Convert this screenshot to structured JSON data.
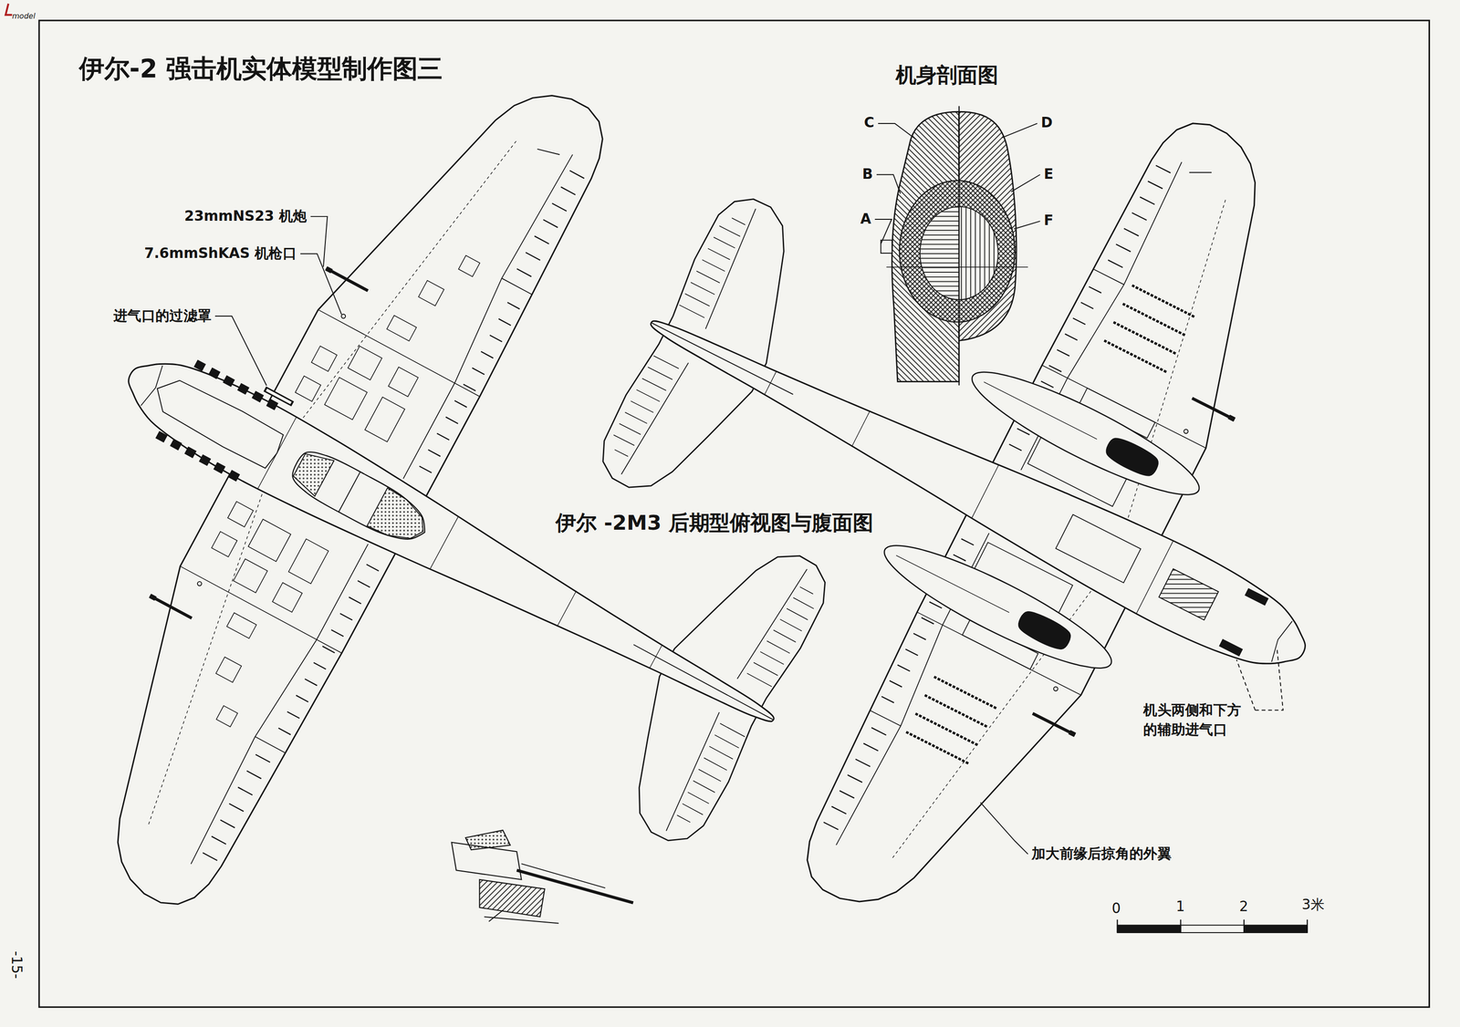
{
  "diagram": {
    "title": "伊尔-2 强击机实体模型制作图三",
    "labels": [
      "model",
      "机身剖面图",
      "C",
      "D",
      "B",
      "E",
      "A",
      "F",
      "23mmNS23 机炮",
      "7.6mmShKAS 机枪口",
      "进气口的过滤罩",
      "伊尔 -2M3 后期型俯视图与腹面图",
      "机头两侧和下方 的辅助进气口",
      "加大前缘后掠角的外翼",
      "0",
      "1",
      "2",
      "3米",
      "-15-"
    ]
  }
}
